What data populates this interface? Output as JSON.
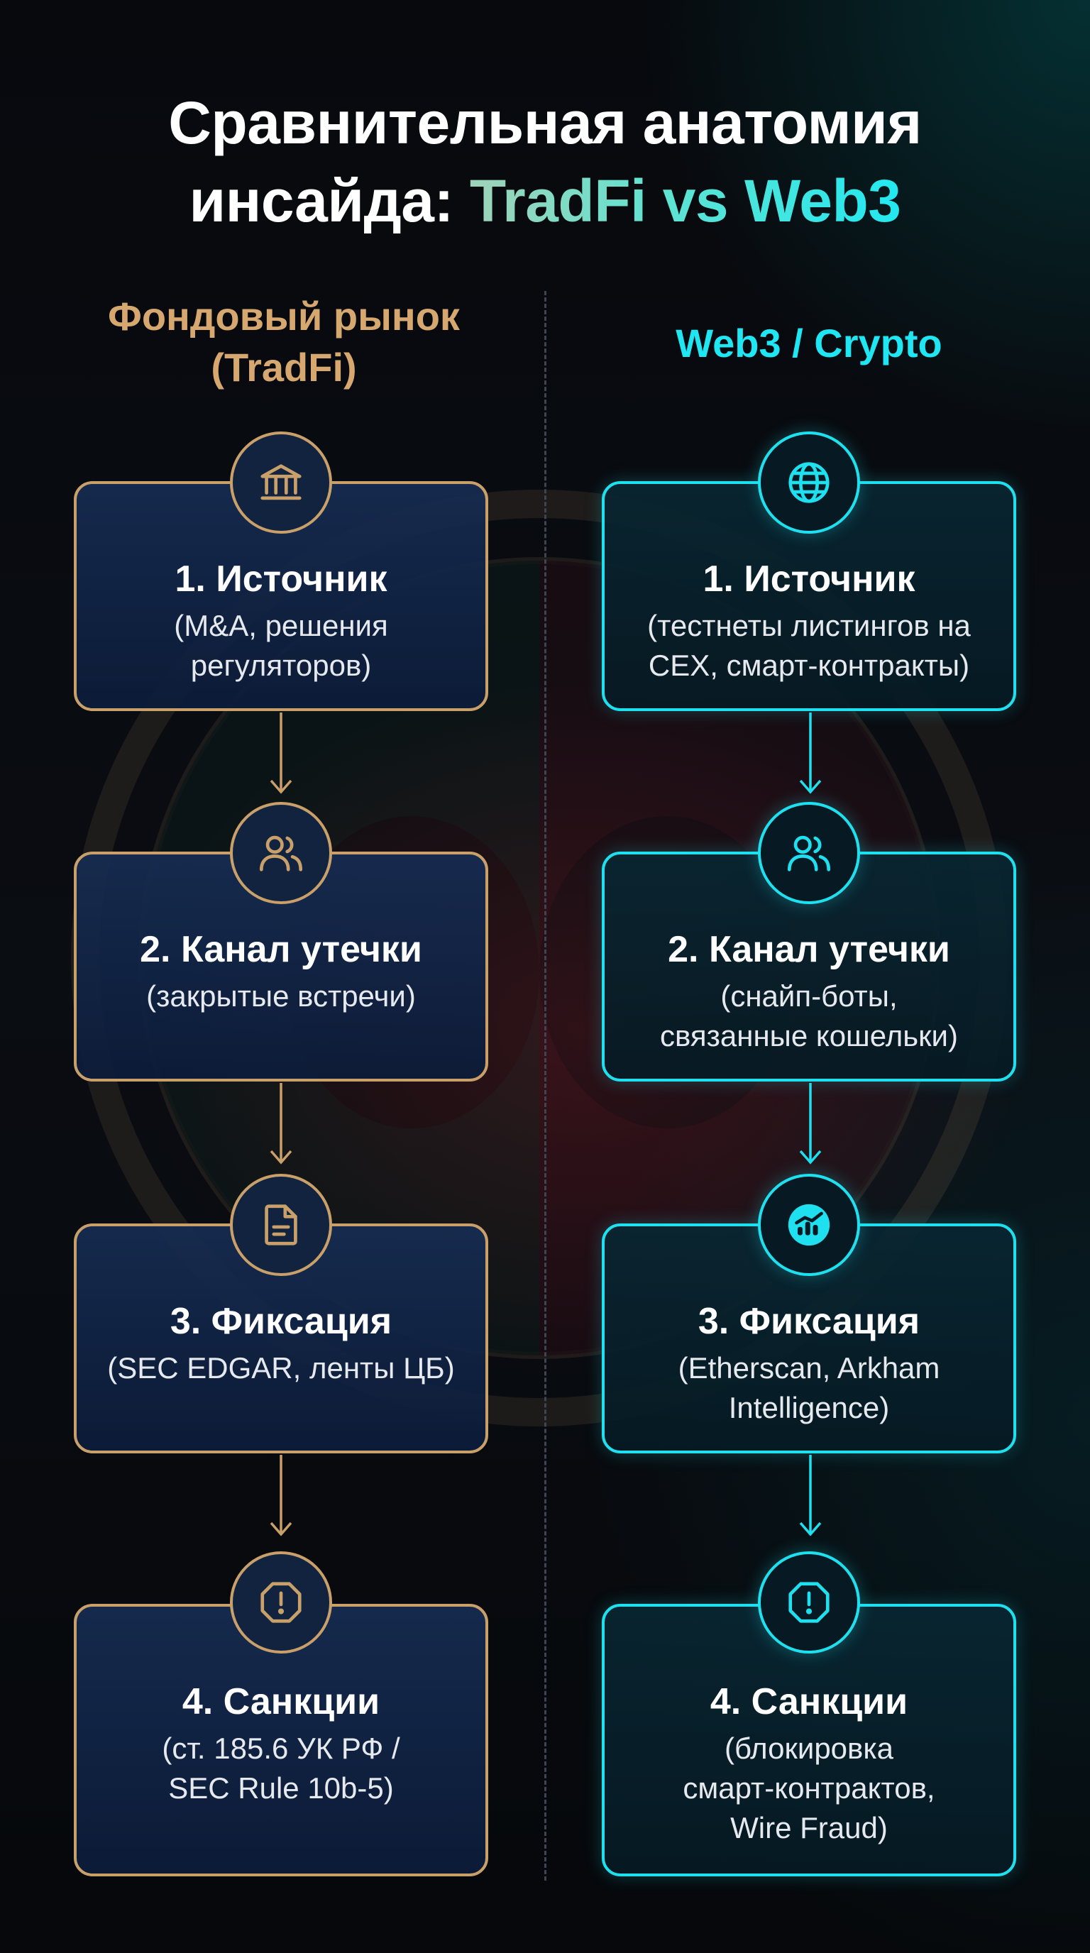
{
  "title": {
    "line1": "Сравнительная анатомия",
    "line2_plain": "инсайда: ",
    "line2_accent": "TradFi vs Web3"
  },
  "columns": {
    "left": {
      "heading_line1": "Фондовый рынок",
      "heading_line2": "(TradFi)",
      "accent_color": "#c9a06a",
      "steps": [
        {
          "title": "1. Источник",
          "line1": "(M&A, решения",
          "line2": "регуляторов)",
          "line3": "",
          "icon": "bank-icon"
        },
        {
          "title": "2. Канал утечки",
          "line1": "(закрытые встречи)",
          "line2": "",
          "line3": "",
          "icon": "users-icon"
        },
        {
          "title": "3. Фиксация",
          "line1": "(SEC EDGAR, ленты ЦБ)",
          "line2": "",
          "line3": "",
          "icon": "document-icon"
        },
        {
          "title": "4. Санкции",
          "line1": "(ст. 185.6 УК РФ /",
          "line2": "SEC Rule 10b-5)",
          "line3": "",
          "icon": "warning-octagon-icon"
        }
      ]
    },
    "right": {
      "heading": "Web3 / Crypto",
      "accent_color": "#1ee0ee",
      "steps": [
        {
          "title": "1. Источник",
          "line1": "(тестнеты листингов на",
          "line2": "CEX, смарт-контракты)",
          "line3": "",
          "icon": "globe-icon"
        },
        {
          "title": "2. Канал утечки",
          "line1": "(снайп-боты,",
          "line2": "связанные кошельки)",
          "line3": "",
          "icon": "users-icon"
        },
        {
          "title": "3. Фиксация",
          "line1": "(Etherscan, Arkham",
          "line2": "Intelligence)",
          "line3": "",
          "icon": "chart-logo-icon"
        },
        {
          "title": "4. Санкции",
          "line1": "(блокировка",
          "line2": "смарт-контрактов,",
          "line3": "Wire Fraud)",
          "icon": "warning-octagon-icon"
        }
      ]
    }
  }
}
